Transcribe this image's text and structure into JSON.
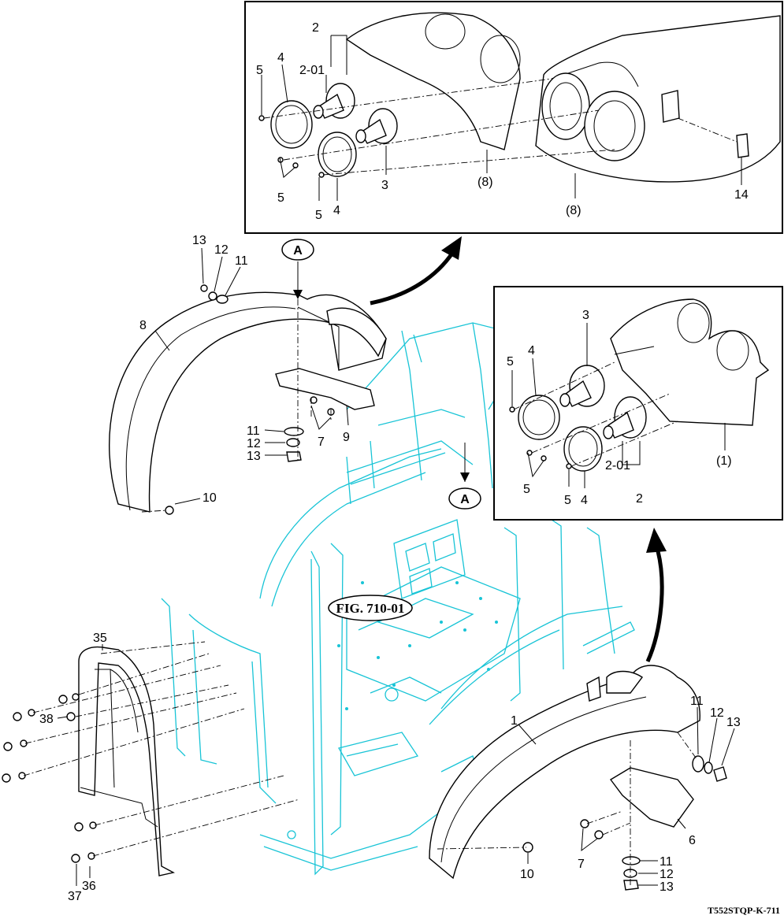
{
  "diagram": {
    "drawing_code": "T552STQP-K-711",
    "figure_reference": "FIG. 710-01",
    "view_marker": "A",
    "inset_top": {
      "labels": [
        "2",
        "2-01",
        "4",
        "5",
        "5",
        "5",
        "4",
        "3",
        "(8)",
        "(8)",
        "14"
      ]
    },
    "inset_right": {
      "labels": [
        "3",
        "4",
        "5",
        "5",
        "5",
        "4",
        "2-01",
        "2",
        "(1)"
      ]
    },
    "main_left_fender": {
      "labels": [
        "13",
        "12",
        "11",
        "8",
        "11",
        "12",
        "13",
        "7",
        "9",
        "10"
      ]
    },
    "main_right_fender": {
      "labels": [
        "1",
        "11",
        "12",
        "13",
        "6",
        "7",
        "10",
        "11",
        "12",
        "13"
      ]
    },
    "rear_guard": {
      "labels": [
        "35",
        "38",
        "36",
        "37"
      ]
    }
  }
}
